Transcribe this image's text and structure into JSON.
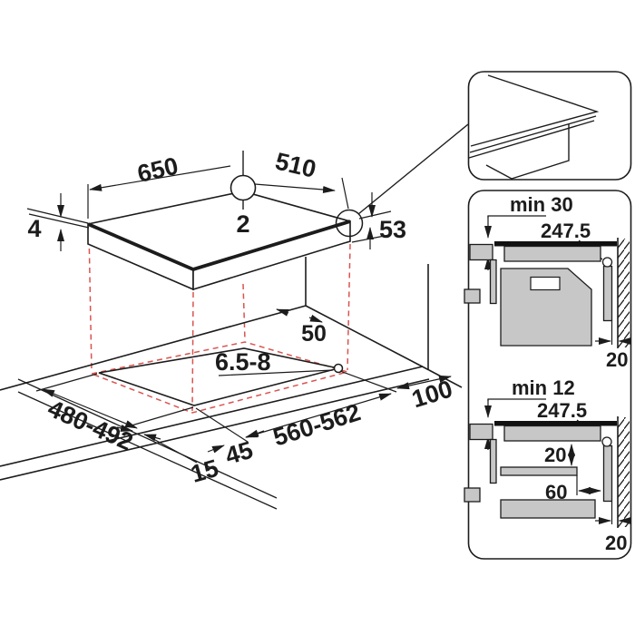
{
  "hob": {
    "width": "650",
    "depth": "510",
    "glass_thickness": "4",
    "body_height": "53",
    "hole_position_label": "2"
  },
  "worktop": {
    "cutout_length": "560-562",
    "cutout_depth": "480-492",
    "hole_diameter": "6.5-8",
    "rear_distance": "50",
    "front_distance": "45",
    "edge_distance": "15",
    "side_distance": "100"
  },
  "section_oven": {
    "clearance_label": "min 30",
    "hole_offset": "247.5",
    "rear_gap": "20"
  },
  "section_shelf": {
    "clearance_label": "min 12",
    "hole_offset": "247.5",
    "shelf_gap": "20",
    "shelf_distance": "60",
    "rear_gap": "20"
  },
  "colors": {
    "line": "#1c1c1c",
    "projection_red": "#d9544f",
    "fill_gray": "#c7c7c7"
  }
}
